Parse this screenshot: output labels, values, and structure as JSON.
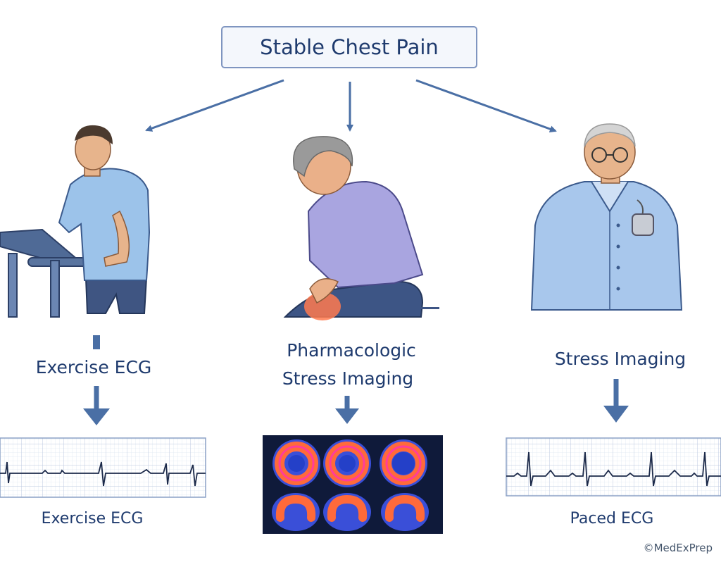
{
  "top_node": {
    "label": "Stable Chest Pain"
  },
  "branches": [
    {
      "method": "Exercise ECG",
      "result": "Exercise ECG",
      "result_icon": "ecg-strip"
    },
    {
      "method_lines": [
        "Pharmacologic",
        "Stress Imaging"
      ],
      "result": "",
      "result_icon": "perfusion-scan-grid"
    },
    {
      "method": "Stress Imaging",
      "result": "Paced ECG",
      "result_icon": "paced-ecg-strip"
    }
  ],
  "copyright": "©MedExPrep",
  "colors": {
    "text": "#1f3b6e",
    "arrow": "#4a6fa5",
    "box_border": "#7f95c0",
    "box_fill": "#f4f7fc",
    "ecg_line": "#1c2a4a",
    "grid": "#c9d4e6",
    "scan_bg": "#0f1a3a"
  }
}
